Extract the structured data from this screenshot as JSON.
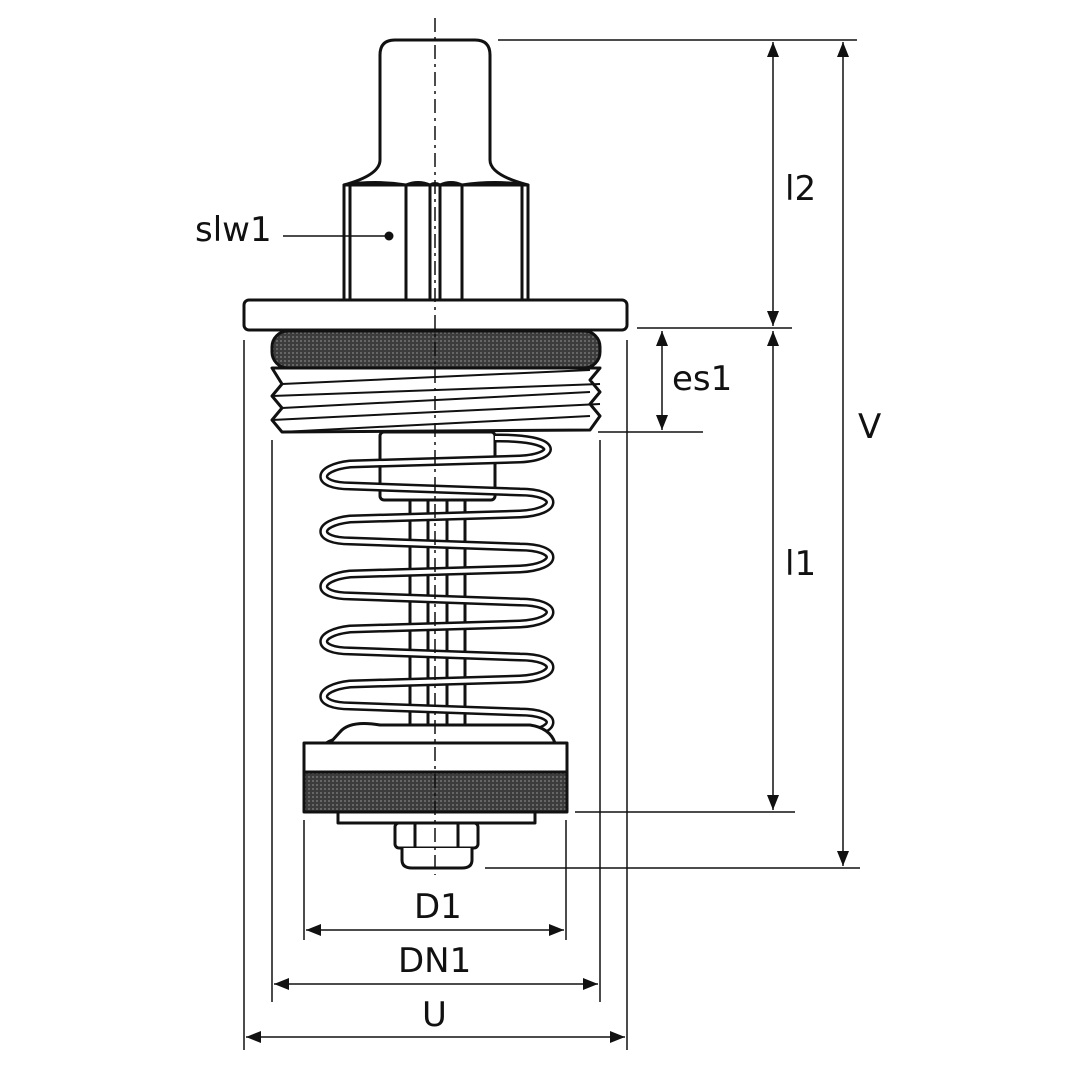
{
  "labels": {
    "slw1": "slw1",
    "l2": "l2",
    "l1": "l1",
    "V": "V",
    "es1": "es1",
    "D1": "D1",
    "DN1": "DN1",
    "U": "U"
  },
  "colors": {
    "line": "#111111",
    "rubber": "#4a4a4a",
    "background": "#ffffff"
  }
}
